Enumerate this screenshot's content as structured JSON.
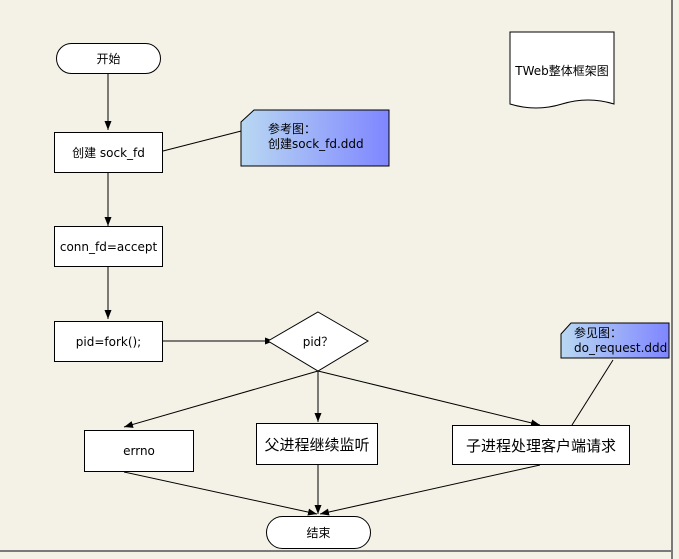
{
  "diagram": {
    "frame_title": "TWeb整体框架图",
    "nodes": {
      "start": "开始",
      "create_sock": "创建 sock_fd",
      "accept": "conn_fd=accept",
      "fork": "pid=fork();",
      "decision": "pid？",
      "errno": "errno",
      "parent": "父进程继续监听",
      "child": "子进程处理客户端请求",
      "end": "结束"
    },
    "notes": {
      "sock_ref": {
        "line1": "参考图：",
        "line2": "创建sock_fd.ddd"
      },
      "request_ref": {
        "line1": "参见图：",
        "line2": "do_request.ddd"
      }
    }
  }
}
